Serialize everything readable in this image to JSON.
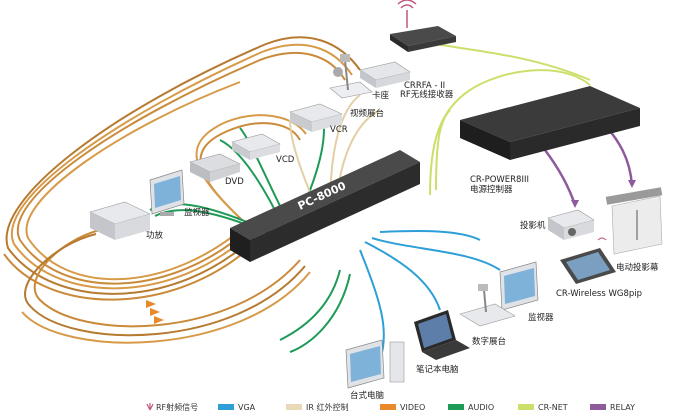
{
  "main_unit": "PC-8000",
  "labels": {
    "rf_receiver": "CRRFA - II",
    "rf_receiver_sub": "RF无线接收器",
    "card_seat": "卡座",
    "video_booth": "视频展台",
    "vcr": "VCR",
    "vcd": "VCD",
    "dvd": "DVD",
    "monitor_left": "监视器",
    "amplifier": "功放",
    "power_ctrl": "CR-POWER8III",
    "power_ctrl_sub": "电源控制器",
    "projector": "投影机",
    "screen": "电动投影幕",
    "wireless_panel": "CR-Wireless WG8pip",
    "monitor_right": "监视器",
    "digital_booth": "数字展台",
    "laptop": "笔记本电脑",
    "desktop": "台式电脑"
  },
  "legend": [
    {
      "label": "RF射频信号",
      "color": "#c0577f"
    },
    {
      "label": "VGA",
      "color": "#2e9fd6"
    },
    {
      "label": "IR 红外控制",
      "color": "#ead9b8"
    },
    {
      "label": "VIDEO",
      "color": "#e8892c"
    },
    {
      "label": "AUDIO",
      "color": "#1f9a57"
    },
    {
      "label": "CR-NET",
      "color": "#cddf6b"
    },
    {
      "label": "RELAY",
      "color": "#8e5a9c"
    }
  ]
}
